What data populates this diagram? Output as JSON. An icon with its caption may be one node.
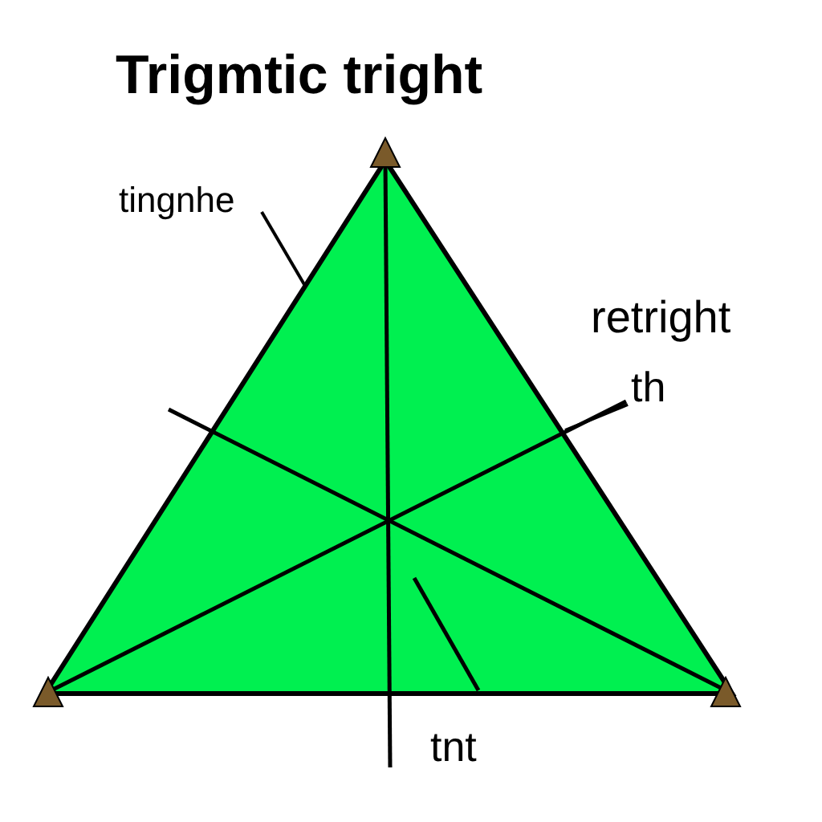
{
  "diagram": {
    "title": "Trigmtic tright",
    "nodes": [
      {
        "text": [],
        "shape": "triangle"
      },
      {
        "text": [
          "tingnhe"
        ]
      },
      {
        "text": [
          "th"
        ]
      }
    ],
    "edges": [
      {
        "from": 1,
        "to": 0,
        "arrow": "none"
      },
      {
        "from": 2,
        "to": 0,
        "arrow": "none"
      }
    ],
    "labels": [
      "retright",
      "tnt"
    ]
  }
}
